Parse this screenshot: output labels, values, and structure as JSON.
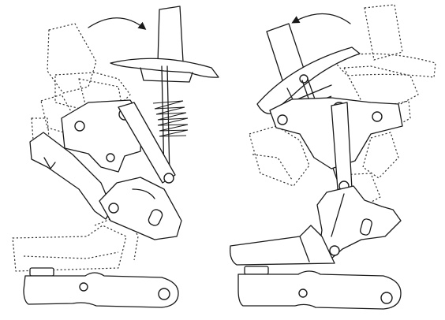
{
  "figure": {
    "panels": [
      {
        "id": "left",
        "motion_arrow_direction": "clockwise"
      },
      {
        "id": "right",
        "motion_arrow_direction": "counter-clockwise"
      }
    ],
    "colors": {
      "line": "#1a1a1a",
      "background": "#ffffff"
    }
  }
}
